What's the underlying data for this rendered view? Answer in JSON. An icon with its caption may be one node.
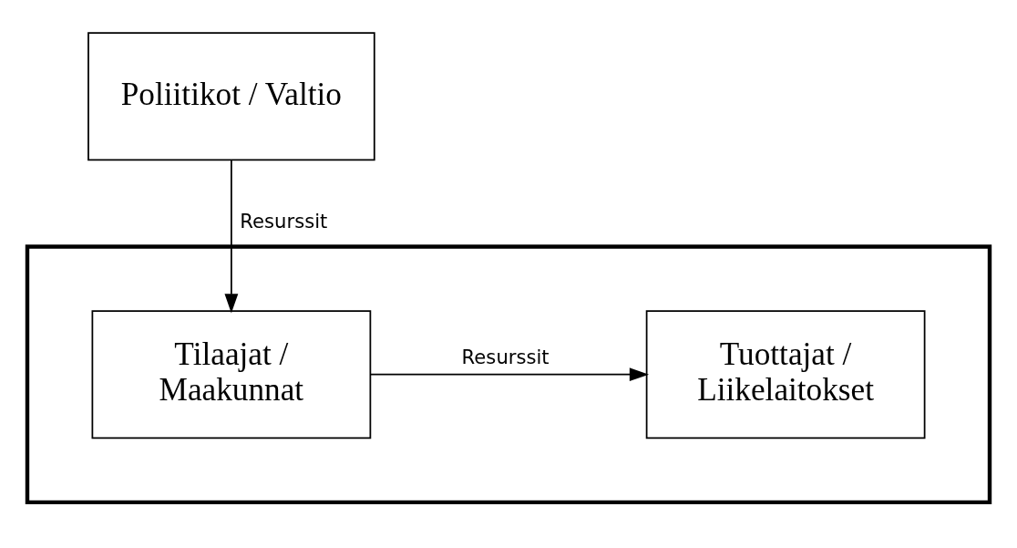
{
  "diagram": {
    "nodes": [
      {
        "text": [
          "Poliitikot / Valtio"
        ]
      },
      {
        "text": [],
        "shape": "box"
      },
      {
        "text": [
          "Tilaajat / Maakunnat"
        ],
        "in": 1
      },
      {
        "text": [
          "Tuottajat / Liikelaitokset"
        ],
        "in": 1
      }
    ],
    "edges": [
      {
        "from": 0,
        "to": 2,
        "arrow": "to",
        "label": "Resurssit"
      },
      {
        "from": 2,
        "to": 3,
        "arrow": "to",
        "label": "Resurssit"
      }
    ]
  }
}
